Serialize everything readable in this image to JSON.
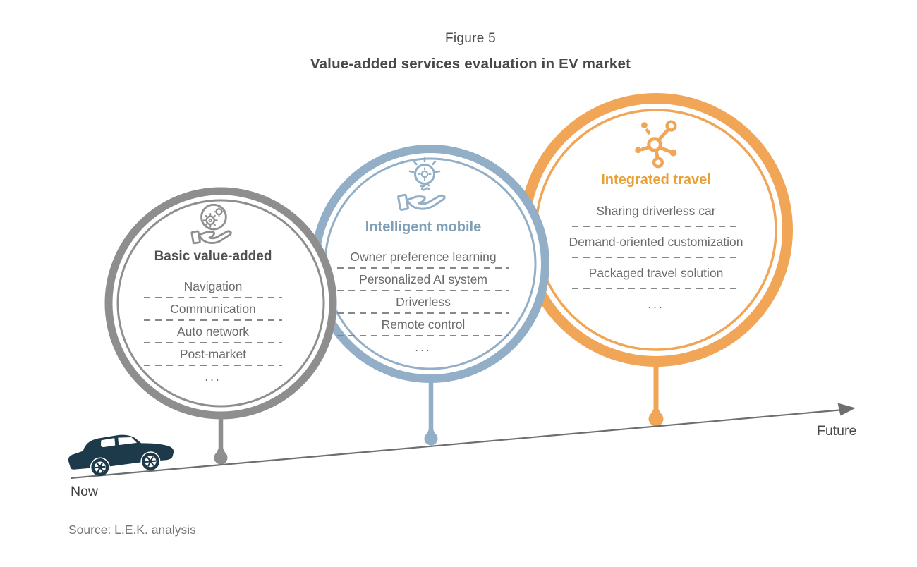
{
  "header": {
    "figure_label": "Figure 5",
    "title": "Value-added services evaluation in EV market"
  },
  "stages": [
    {
      "name": "basic-value-added",
      "title": "Basic value-added",
      "icon": "gears-in-hand-icon",
      "ring_color": "#8e8e8e",
      "title_color": "#4f5052",
      "items": [
        "Navigation",
        "Communication",
        "Auto network",
        "Post-market",
        "..."
      ]
    },
    {
      "name": "intelligent-mobile",
      "title": "Intelligent mobile",
      "icon": "idea-bulb-in-hand-icon",
      "ring_color": "#92afc7",
      "title_color": "#7e9fb6",
      "items": [
        "Owner preference learning",
        "Personalized AI system",
        "Driverless",
        "Remote control",
        "..."
      ]
    },
    {
      "name": "integrated-travel",
      "title": "Integrated travel",
      "icon": "connected-network-icon",
      "ring_color": "#f0a656",
      "title_color": "#e9a033",
      "items": [
        "Sharing driverless car",
        "Demand-oriented customization",
        "Packaged travel solution",
        "..."
      ]
    }
  ],
  "timeline": {
    "start_label": "Now",
    "end_label": "Future",
    "line_color": "#6e6e6e",
    "car_color": "#1d3a4b"
  },
  "source": "Source: L.E.K. analysis"
}
